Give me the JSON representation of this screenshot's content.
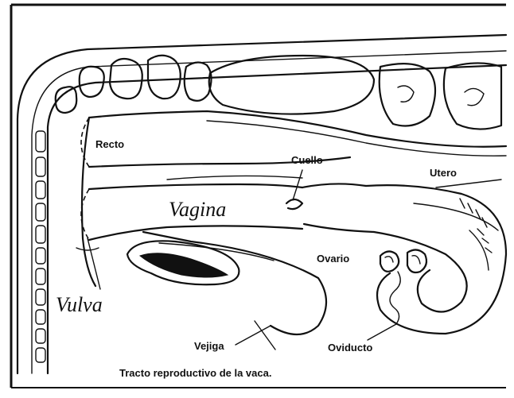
{
  "labels": {
    "recto": "Recto",
    "cuello": "Cuello",
    "utero": "Utero",
    "vagina": "Vagina",
    "ovario": "Ovario",
    "vulva": "Vulva",
    "vejiga": "Vejiga",
    "oviducto": "Oviducto"
  },
  "caption": "Tracto reproductivo de la vaca."
}
